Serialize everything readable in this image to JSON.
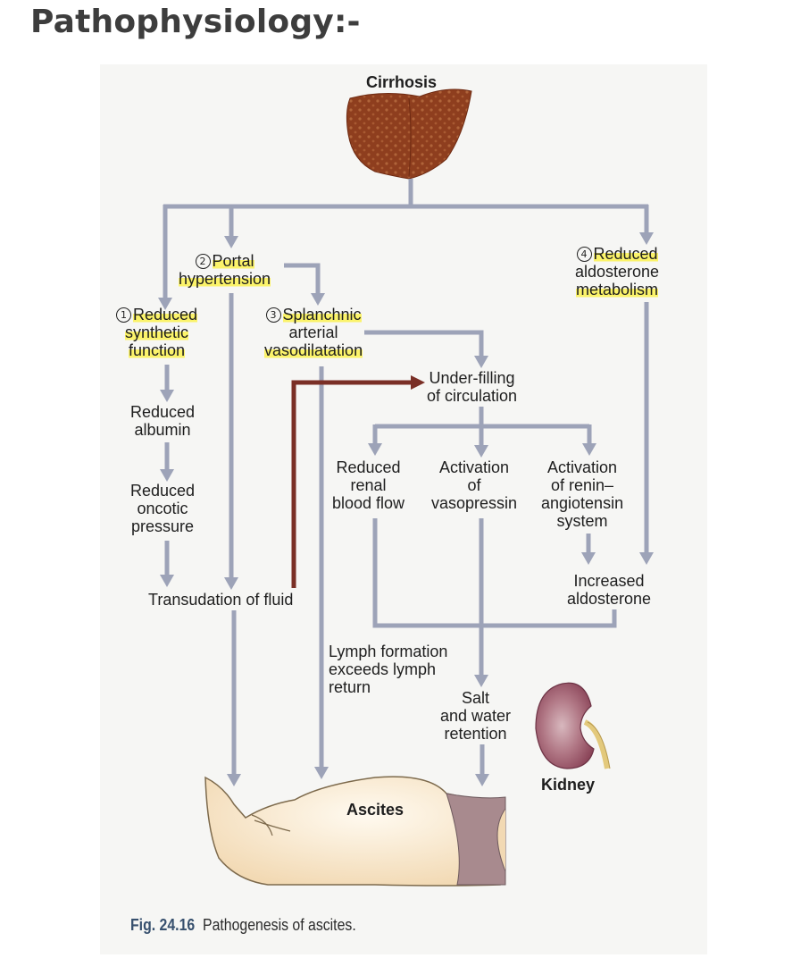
{
  "page": {
    "title": "Pathophysiology:-"
  },
  "diagram": {
    "root": "Cirrhosis",
    "nodes": {
      "reduced_synthetic": {
        "num": "1",
        "lines": [
          "Reduced",
          "synthetic",
          "function"
        ]
      },
      "portal_hypertension": {
        "num": "2",
        "lines": [
          "Portal",
          "hypertension"
        ]
      },
      "splanchnic": {
        "num": "3",
        "lines": [
          "Splanchnic",
          "arterial",
          "vasodilatation"
        ]
      },
      "reduced_aldosterone": {
        "num": "4",
        "lines": [
          "Reduced",
          "aldosterone",
          "metabolism"
        ]
      },
      "reduced_albumin": {
        "lines": [
          "Reduced",
          "albumin"
        ]
      },
      "reduced_oncotic": {
        "lines": [
          "Reduced",
          "oncotic",
          "pressure"
        ]
      },
      "transudation": {
        "lines": [
          "Transudation of fluid"
        ]
      },
      "underfilling": {
        "lines": [
          "Under-filling",
          "of circulation"
        ]
      },
      "reduced_renal": {
        "lines": [
          "Reduced",
          "renal",
          "blood flow"
        ]
      },
      "vasopressin": {
        "lines": [
          "Activation",
          "of",
          "vasopressin"
        ]
      },
      "renin": {
        "lines": [
          "Activation",
          "of renin–",
          "angiotensin",
          "system"
        ]
      },
      "increased_aldosterone": {
        "lines": [
          "Increased",
          "aldosterone"
        ]
      },
      "lymph": {
        "lines": [
          "Lymph formation",
          "exceeds lymph",
          "return"
        ]
      },
      "salt_water": {
        "lines": [
          "Salt",
          "and water",
          "retention"
        ]
      },
      "kidney": "Kidney",
      "ascites": "Ascites"
    },
    "colors": {
      "arrow": "#9da3b8",
      "causal_arrow": "#7a2f26",
      "highlight": "#fbf36a",
      "liver": "#8b3a1c",
      "kidney": "#9b5866",
      "abdomen": "#f6e2c0",
      "clothing": "#a88a8e"
    },
    "caption": {
      "label": "Fig. 24.16",
      "text": "Pathogenesis of ascites."
    }
  }
}
